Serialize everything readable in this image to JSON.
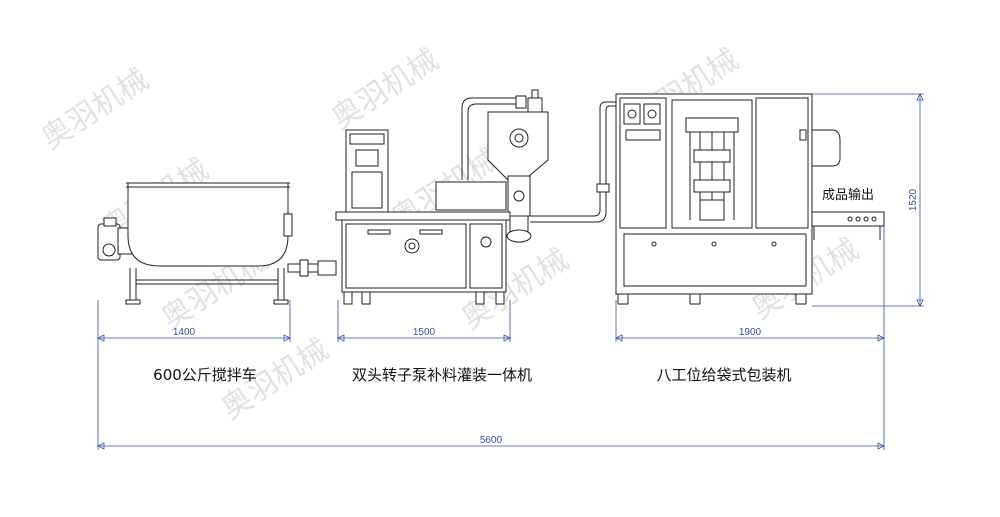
{
  "labels": {
    "mixer": "600公斤搅拌车",
    "filler": "双头转子泵补料灌装一体机",
    "packer": "八工位给袋式包装机",
    "output": "成品输出"
  },
  "dimensions": {
    "mixer_width": "1400",
    "filler_width": "1500",
    "packer_width": "1900",
    "total_width": "5600",
    "height": "1520"
  },
  "watermark": "奥羽机械"
}
